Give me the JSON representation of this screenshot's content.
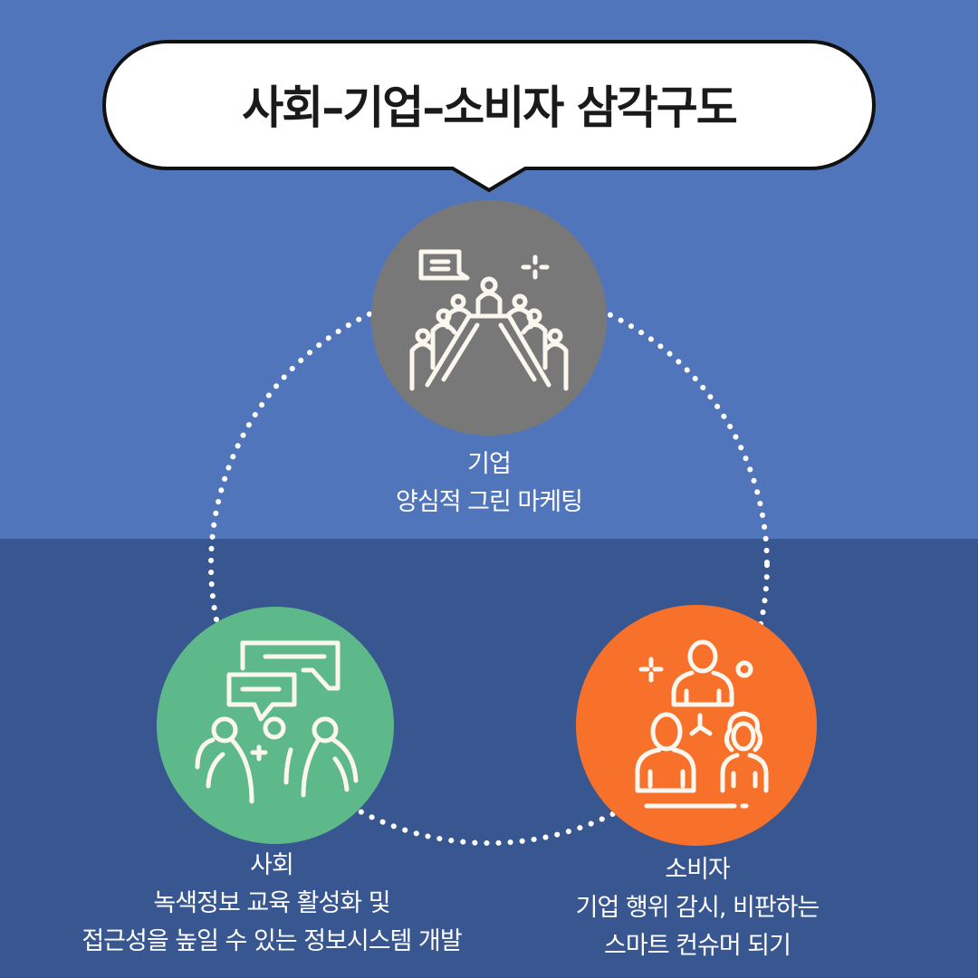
{
  "title": "사회–기업–소비자 삼각구도",
  "colors": {
    "bg_top": "#5175BA",
    "bg_bottom": "#38568F",
    "company_circle": "#787878",
    "society_circle": "#5DB98A",
    "consumer_circle": "#F7712A",
    "icon_stroke": "#FBF7EE"
  },
  "nodes": {
    "company": {
      "name": "기업",
      "desc": "양심적 그린 마케팅",
      "icon": "meeting-table-icon"
    },
    "society": {
      "name": "사회",
      "desc_line1": "녹색정보 교육 활성화 및",
      "desc_line2": "접근성을 높일 수 있는 정보시스템 개발",
      "icon": "discussion-icon"
    },
    "consumer": {
      "name": "소비자",
      "desc_line1": "기업 행위 감시, 비판하는",
      "desc_line2": "스마트 컨슈머 되기",
      "icon": "team-network-icon"
    }
  }
}
